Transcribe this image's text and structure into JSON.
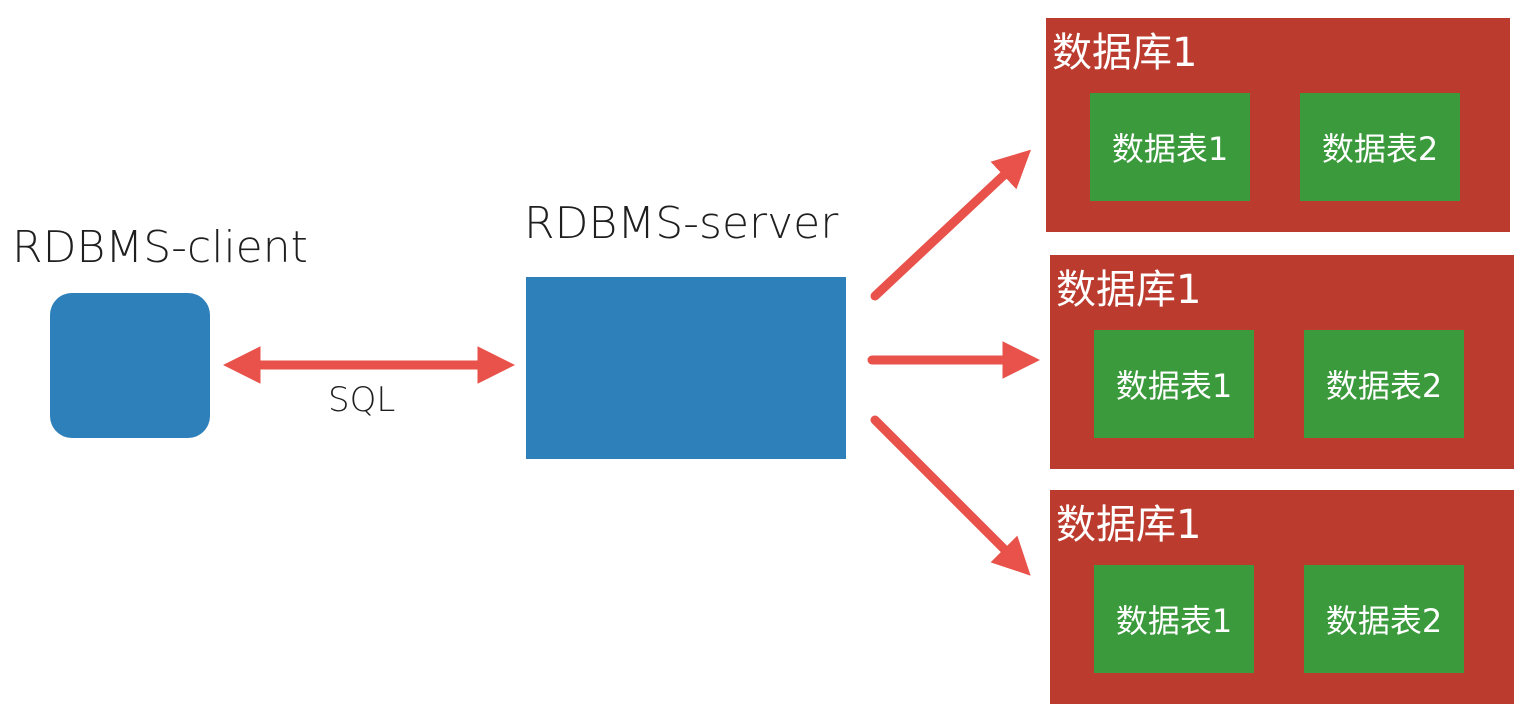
{
  "client": {
    "label": "RDBMS-client"
  },
  "server": {
    "label": "RDBMS-server"
  },
  "connection": {
    "label": "SQL"
  },
  "databases": [
    {
      "title": "数据库1",
      "tables": [
        "数据表1",
        "数据表2"
      ]
    },
    {
      "title": "数据库1",
      "tables": [
        "数据表1",
        "数据表2"
      ]
    },
    {
      "title": "数据库1",
      "tables": [
        "数据表1",
        "数据表2"
      ]
    }
  ],
  "colors": {
    "box_blue": "#2e80ba",
    "database_red": "#bb3b2e",
    "table_green": "#3a9a3c",
    "arrow": "#e8524a"
  }
}
